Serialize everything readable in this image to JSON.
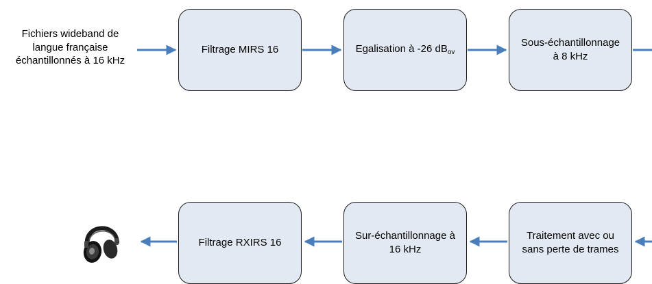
{
  "input": {
    "line1": "Fichiers wideband de",
    "line2": "langue française",
    "line3": "échantillonnés à 16 kHz"
  },
  "blocks": {
    "filtrage_mirs": "Filtrage MIRS 16",
    "egalisation": "Egalisation à -26 dB",
    "egalisation_sub": "ov",
    "sous_echantillonnage_line1": "Sous-échantillonnage",
    "sous_echantillonnage_line2": "à 8 kHz",
    "traitement_line1": "Traitement avec ou",
    "traitement_line2": "sans perte de trames",
    "sur_echantillonnage_line1": "Sur-échantillonnage à",
    "sur_echantillonnage_line2": "16 kHz",
    "filtrage_rxirs": "Filtrage RXIRS 16"
  },
  "colors": {
    "box_fill": "#e3e9f2",
    "box_border": "#1a1a1a",
    "arrow": "#4a7ebb"
  },
  "icons": {
    "output_device": "headphones-icon"
  }
}
